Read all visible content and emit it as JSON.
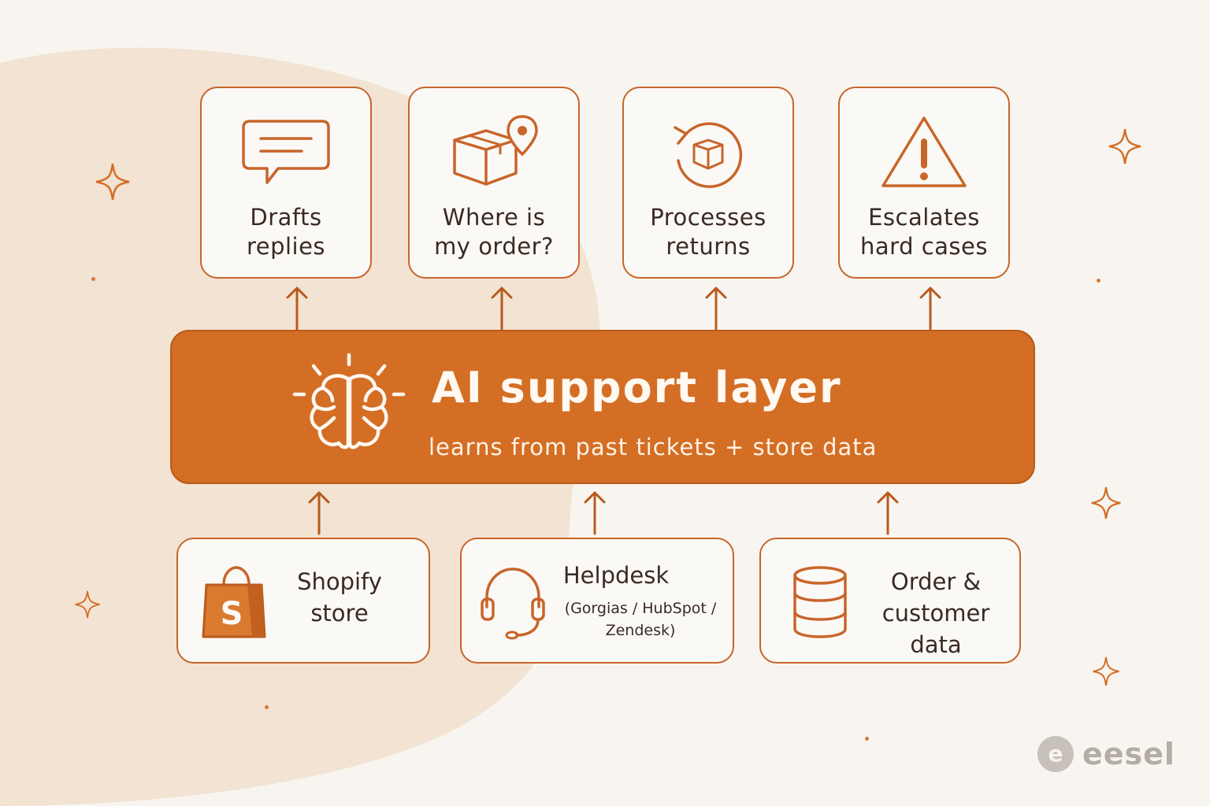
{
  "core": {
    "title": "AI support layer",
    "subtitle": "learns from past tickets + store data"
  },
  "capabilities": [
    {
      "label": "Drafts\nreplies",
      "icon": "chat-bubble-icon"
    },
    {
      "label": "Where is\nmy order?",
      "icon": "package-location-icon"
    },
    {
      "label": "Processes\nreturns",
      "icon": "return-package-icon"
    },
    {
      "label": "Escalates\nhard cases",
      "icon": "warning-icon"
    }
  ],
  "sources": [
    {
      "label": "Shopify\nstore",
      "icon": "shopify-bag-icon",
      "icon_letter": "S"
    },
    {
      "label": "Helpdesk",
      "sublabel": "(Gorgias / HubSpot /\nZendesk)",
      "icon": "headset-icon"
    },
    {
      "label": "Order &\ncustomer data",
      "icon": "database-icon"
    }
  ],
  "brand": {
    "name": "eesel",
    "mark_letter": "e"
  },
  "colors": {
    "accent": "#d46e25",
    "outline": "#c8652a",
    "background": "#f8f5f0",
    "blob": "#f2e3d3"
  }
}
